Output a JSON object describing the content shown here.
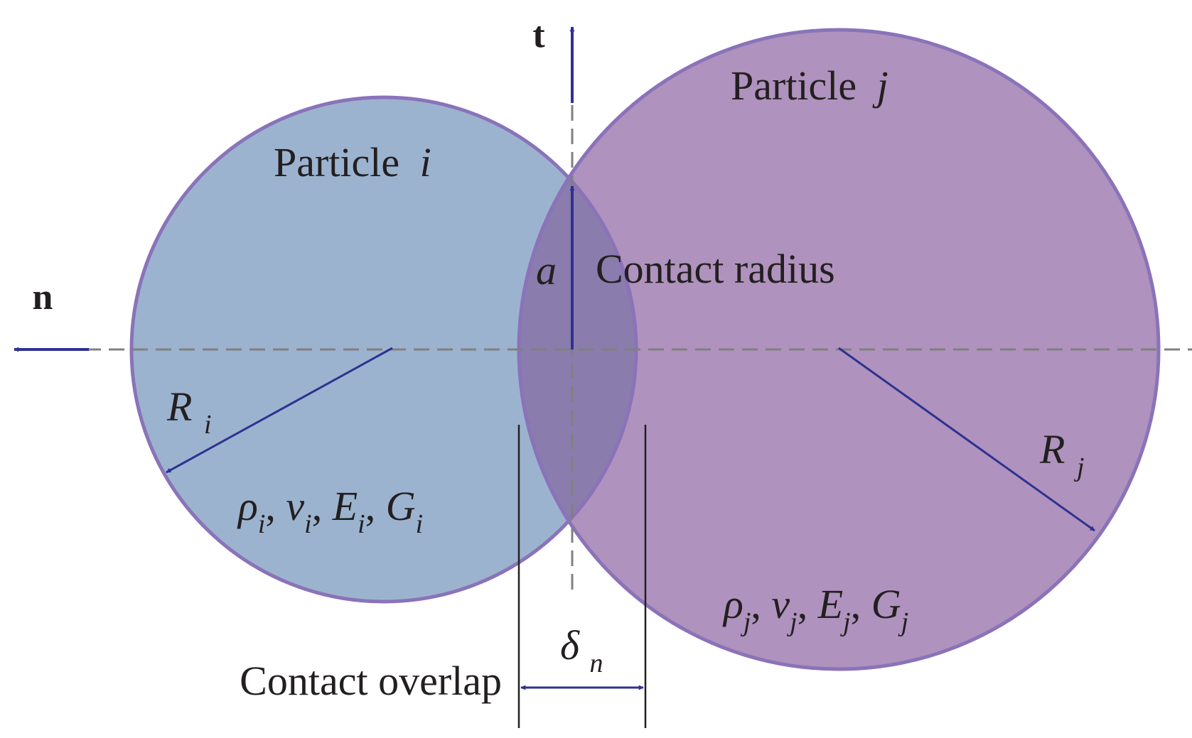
{
  "axes": {
    "tangential_symbol": "t",
    "normal_symbol": "n"
  },
  "particle_i": {
    "label": "Particle",
    "index": "i",
    "radius_symbol": "R",
    "properties": [
      {
        "symbol": "ρ",
        "sub": "i"
      },
      {
        "symbol": "v",
        "sub": "i"
      },
      {
        "symbol": "E",
        "sub": "i"
      },
      {
        "symbol": "G",
        "sub": "i"
      }
    ]
  },
  "particle_j": {
    "label": "Particle",
    "index": "j",
    "radius_symbol": "R",
    "properties": [
      {
        "symbol": "ρ",
        "sub": "j"
      },
      {
        "symbol": "v",
        "sub": "j"
      },
      {
        "symbol": "E",
        "sub": "j"
      },
      {
        "symbol": "G",
        "sub": "j"
      }
    ]
  },
  "contact_radius": {
    "symbol": "a",
    "label": "Contact radius"
  },
  "contact_overlap": {
    "symbol": "δ",
    "sub": "n",
    "label": "Contact overlap"
  },
  "separator": ",",
  "colors": {
    "particle_i_fill": "#9cb3cf",
    "particle_j_fill": "#af92bd",
    "overlap_fill": "#8a7cac",
    "outline": "#8a73b9",
    "arrow": "#2e3192",
    "dashed": "#808080",
    "text": "#231f20"
  }
}
